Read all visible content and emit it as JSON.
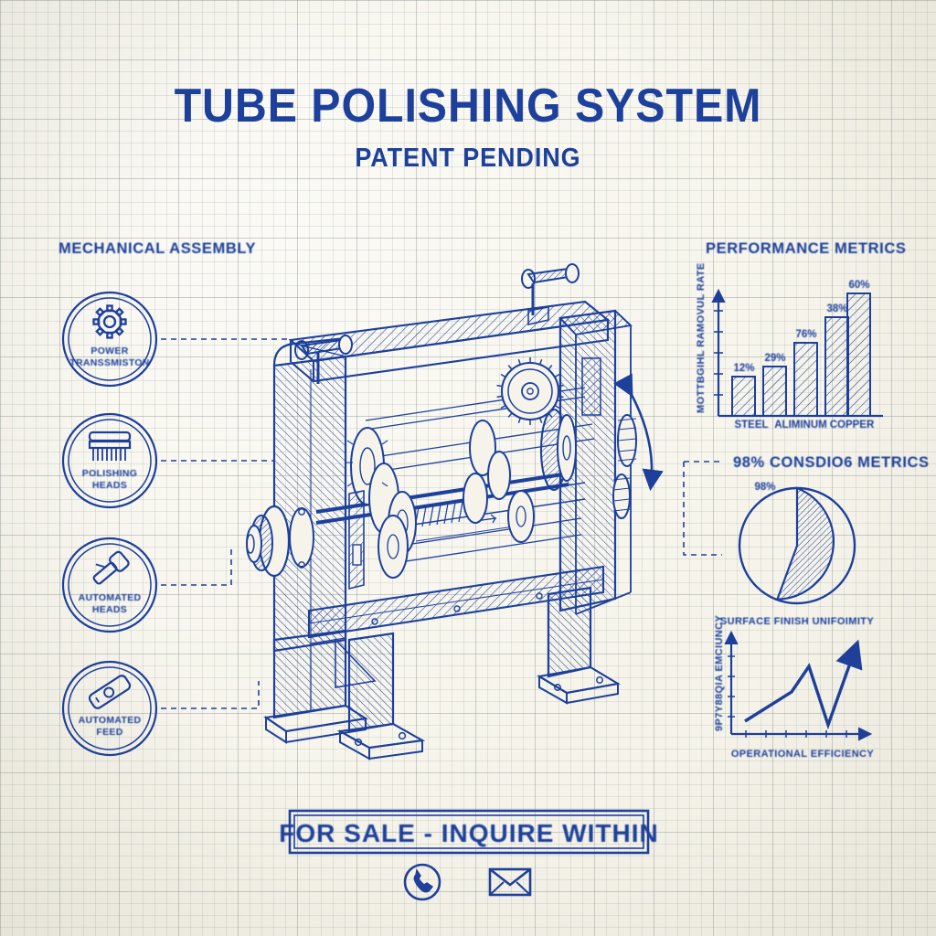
{
  "meta": {
    "paper_color": "#f6f4ea",
    "ink_color": "#1d3f9c",
    "grid_color": "#8c9496"
  },
  "header": {
    "title": "TUBE POLISHING SYSTEM",
    "subtitle": "PATENT PENDING"
  },
  "left_panel": {
    "section_title": "MECHANICAL ASSEMBLY",
    "badges": [
      {
        "icon": "gear-icon",
        "line1": "POWER",
        "line2": "TRANSSMISTON"
      },
      {
        "icon": "brush-icon",
        "line1": "POLISHING",
        "line2": "HEADS"
      },
      {
        "icon": "tool-head-icon",
        "line1": "AUTOMATED",
        "line2": "HEADS"
      },
      {
        "icon": "feed-roller-icon",
        "line1": "AUTOMATED",
        "line2": "FEED"
      }
    ]
  },
  "right_panel": {
    "section_title": "PERFORMANCE METRICS",
    "pie_heading": "98% CONSDIO6 METRICS"
  },
  "chart_data": [
    {
      "type": "bar",
      "title": "PERFORMANCE METRICS",
      "ylabel": "MOTTBGIHL RAMOVUL RATE",
      "xlabel": "",
      "categories": [
        "STEEL",
        "ALIMINUM",
        "COPPER"
      ],
      "bar_value_labels": [
        "12%",
        "29%",
        "76%",
        "38%",
        "60%"
      ],
      "values": [
        12,
        29,
        76,
        38,
        60
      ],
      "ylim": [
        0,
        100
      ],
      "grid": false,
      "legend": "none"
    },
    {
      "type": "pie",
      "title": "98% CONSDIO6 METRICS",
      "caption": "SURFACE FINISH UNIFOIMITY",
      "slice_label": "98%",
      "slices": [
        {
          "name": "hatched",
          "value": 55
        },
        {
          "name": "blank",
          "value": 45
        }
      ]
    },
    {
      "type": "line",
      "title": "SURFACE FINISH UNIFOIMITY",
      "ylabel": "9P7Y88QIA EMCIUNCY",
      "xlabel": "OPERATIONAL EFFICIENCY",
      "x": [
        0,
        1,
        2,
        3,
        4,
        5
      ],
      "values": [
        8,
        26,
        44,
        30,
        62,
        88
      ],
      "grid": false,
      "legend": "none"
    }
  ],
  "footer": {
    "cta": "FOR SALE - INQUIRE WITHIN",
    "icons": [
      {
        "name": "phone-icon"
      },
      {
        "name": "envelope-icon"
      }
    ]
  }
}
